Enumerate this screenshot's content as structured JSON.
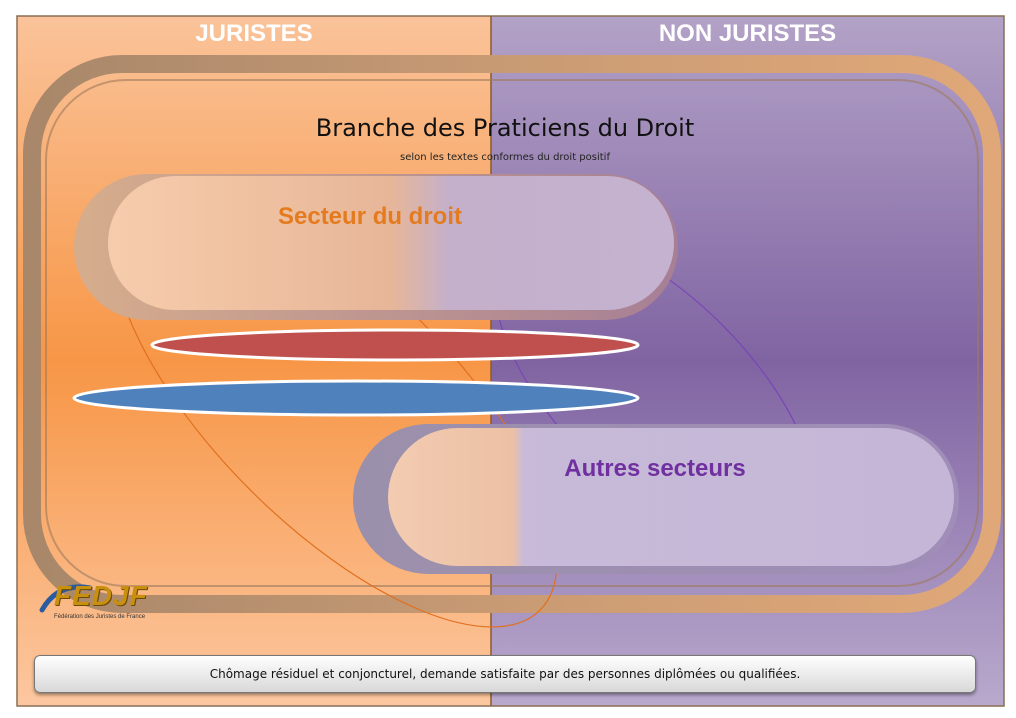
{
  "header": {
    "left_label": "JURISTES",
    "right_label": "NON JURISTES"
  },
  "diagram": {
    "title": "Branche des Praticiens du Droit",
    "subtitle": "selon les textes conformes du droit positif",
    "sector_law": "Secteur du droit",
    "sector_other": "Autres secteurs"
  },
  "footer": {
    "text": "Chômage résiduel et conjoncturel, demande satisfaite par des personnes diplômées ou qualifiées."
  },
  "logo": {
    "name": "FEDJF",
    "tagline": "Fédération des Juristes de France"
  },
  "colors": {
    "juristes_panel": "#f79646",
    "non_juristes_panel": "#8064a2",
    "red_ellipse": "#c0504d",
    "blue_ellipse": "#4f81bd",
    "secteur_text": "#e47b1e",
    "autres_text": "#7030a0"
  }
}
